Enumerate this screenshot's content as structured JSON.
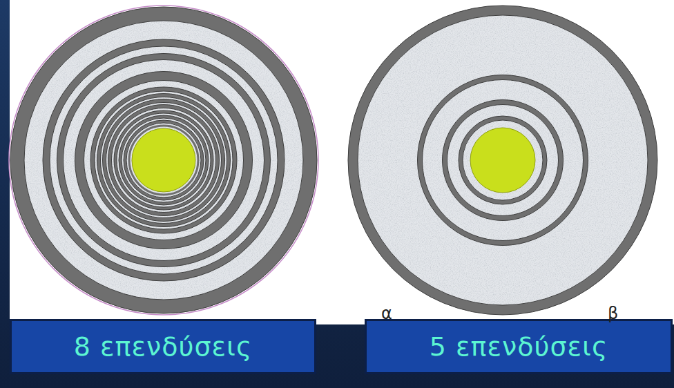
{
  "diagram": {
    "nodes": [
      {
        "text": [
          "8 επενδύσεις"
        ]
      },
      {
        "text": [
          "5 επενδύσεις"
        ]
      }
    ],
    "labels": [
      "α",
      "β"
    ]
  }
}
